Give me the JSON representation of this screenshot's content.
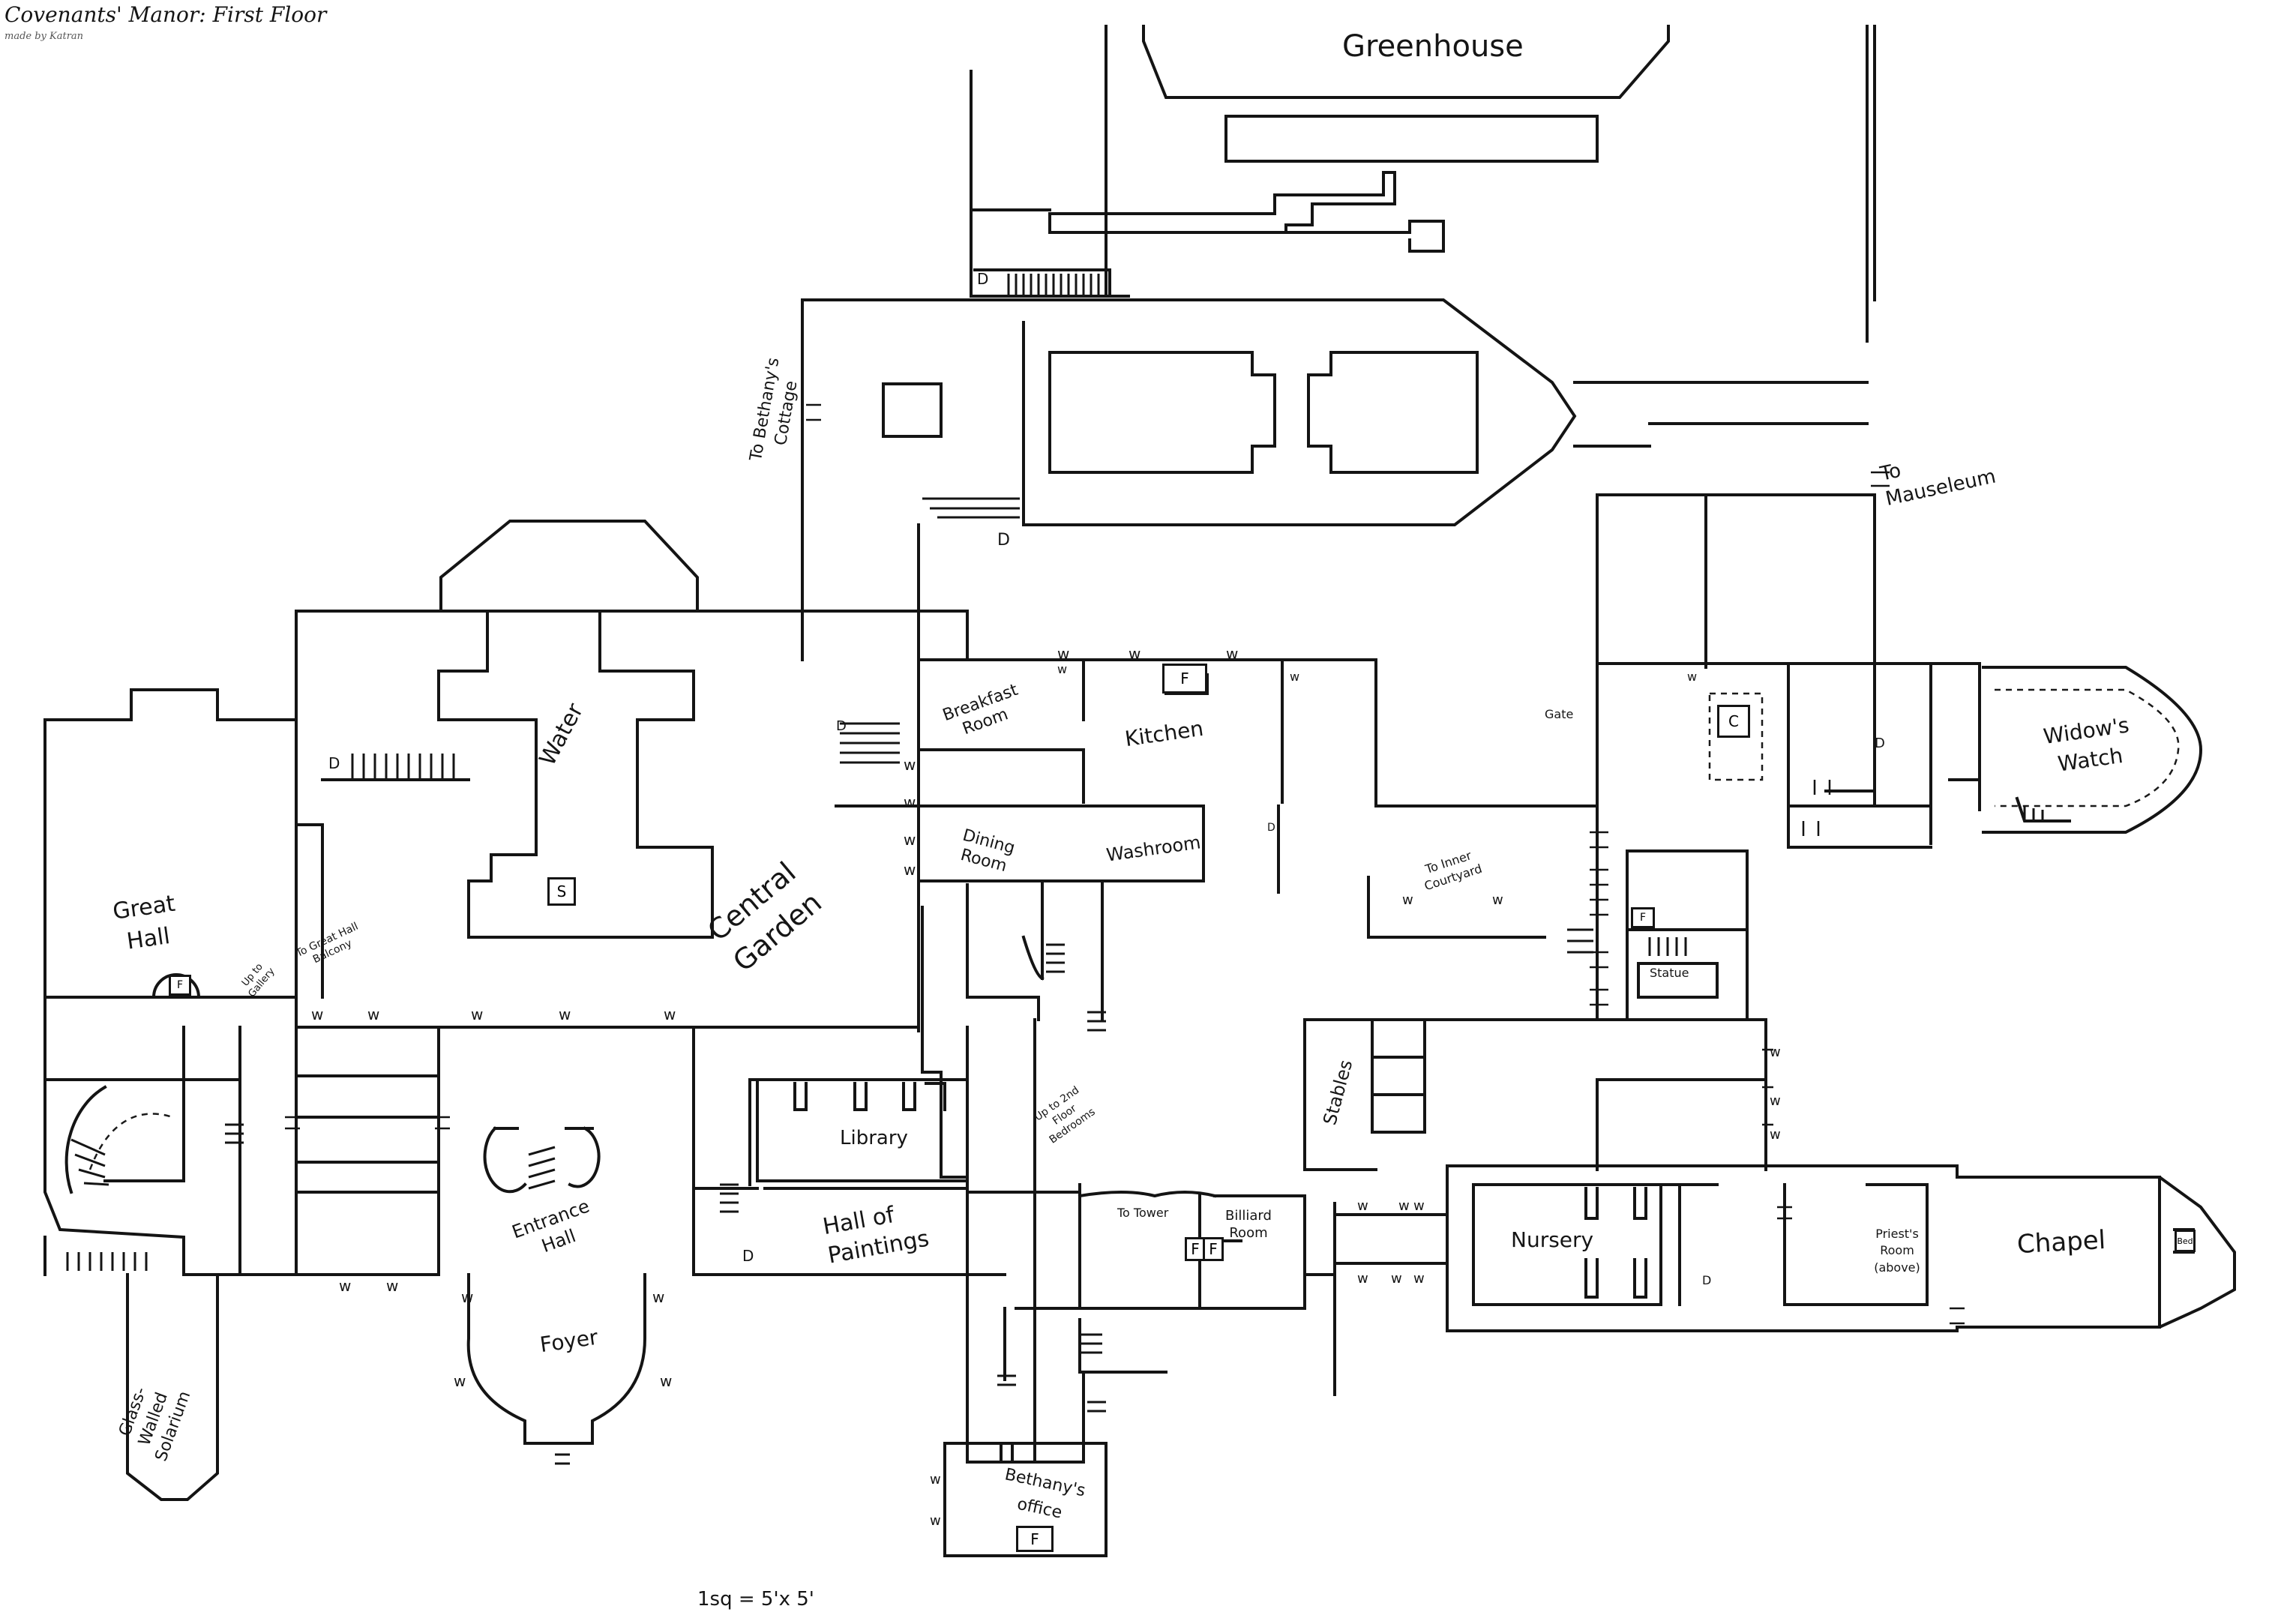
{
  "title": "Covenants' Manor: First Floor",
  "credit": "made by Katran",
  "scale_note": "1sq = 5'x 5'",
  "rooms": {
    "greenhouse": "Greenhouse",
    "great_hall": "Great Hall",
    "central_garden": "Central Garden",
    "water": "Water",
    "breakfast_room": "Breakfast Room",
    "kitchen": "Kitchen",
    "dining_room": "Dining Room",
    "washroom": "Washroom",
    "library": "Library",
    "entrance_hall": "Entrance Hall",
    "hall_of_paintings": "Hall of Paintings",
    "foyer": "Foyer",
    "glass_walled_solarium": "Glass-Walled Solarium",
    "bethanys_office": "Bethany's office",
    "billiard_room": "Billiard Room",
    "stables": "Stables",
    "nursery": "Nursery",
    "priests_room": "Priest's Room (above)",
    "chapel": "Chapel",
    "widows_watch": "Widow's Watch",
    "statue": "Statue"
  },
  "exits": {
    "to_bethanys_cottage": "To Bethany's Cottage",
    "to_mauseleum": "To Mauseleum",
    "to_inner_courtyard": "To Inner Courtyard",
    "gate": "Gate",
    "to_tower": "To Tower",
    "up_to_gallery": "Up to Gallery",
    "to_great_hall_balcony": "To Great Hall Balcony",
    "up_to_2nd_floor_bedrooms": "Up to 2nd Floor Bedrooms"
  },
  "symbols": {
    "window": "w",
    "fireplace": "F",
    "door": "D",
    "statue_marker": "S",
    "cross_marker": "C",
    "bed": "Bed"
  }
}
